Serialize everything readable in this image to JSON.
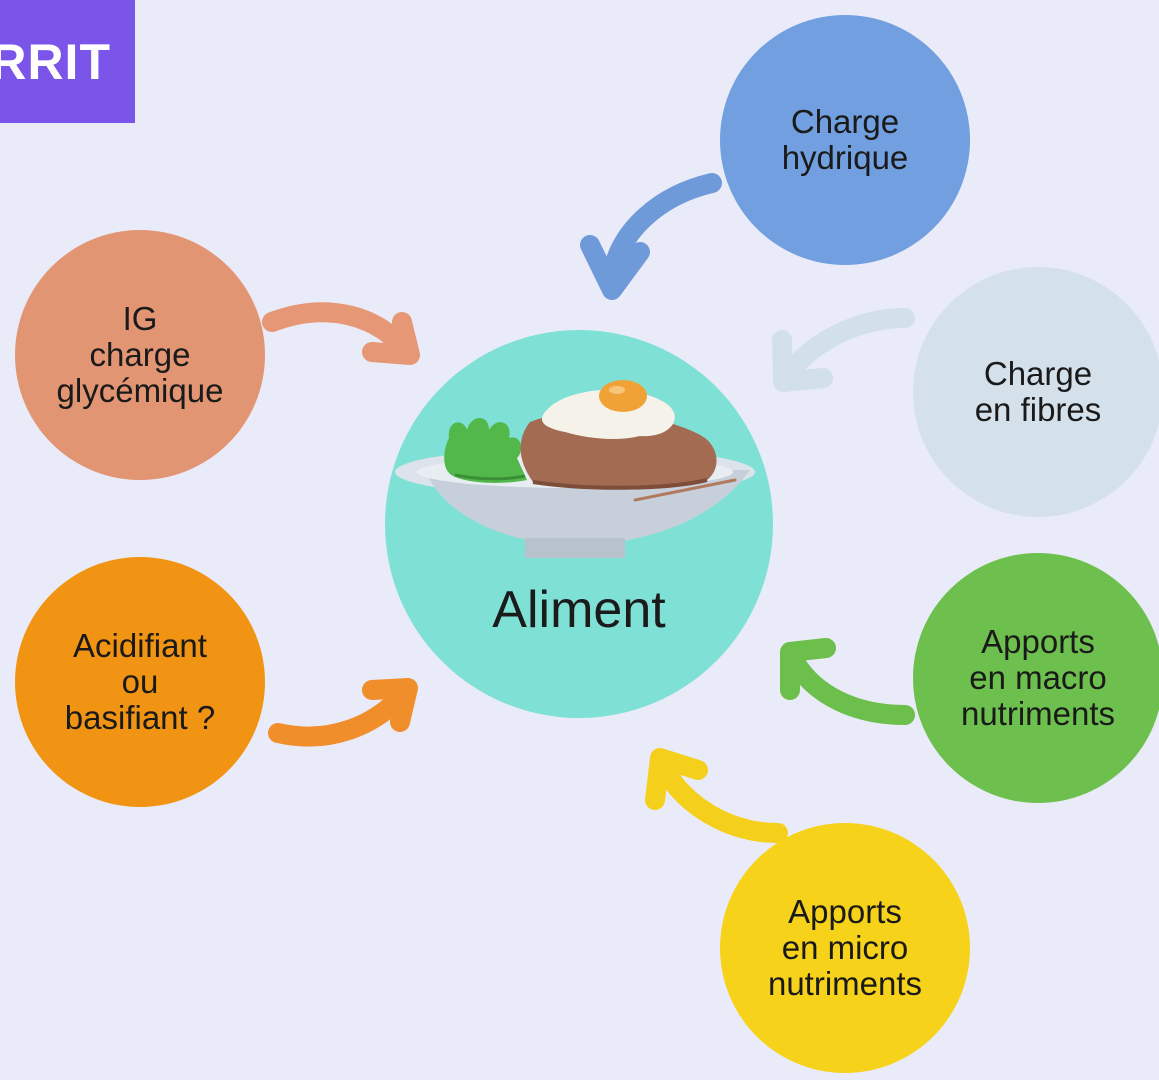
{
  "brand": {
    "text": "RRIT",
    "color": "#7b55ea"
  },
  "center": {
    "label": "Aliment",
    "color": "#7fe0d6"
  },
  "nodes": [
    {
      "id": "charge-hydrique",
      "label": "Charge\nhydrique",
      "color": "#729fe0",
      "arrow_color": "#6f9ad9"
    },
    {
      "id": "charge-fibres",
      "label": "Charge\nen fibres",
      "color": "#d4e1eb",
      "arrow_color": "#d2e0ea"
    },
    {
      "id": "apports-macro",
      "label": "Apports\nen macro\nnutriments",
      "color": "#6dc04d",
      "arrow_color": "#6bbf4a"
    },
    {
      "id": "apports-micro",
      "label": "Apports\nen micro\nnutriments",
      "color": "#f6d21a",
      "arrow_color": "#f4d01d"
    },
    {
      "id": "acidifiant",
      "label": "Acidifiant\nou\nbasifiant ?",
      "color": "#f19413",
      "arrow_color": "#f08e2c"
    },
    {
      "id": "ig-charge",
      "label": "IG\ncharge\nglycémique",
      "color": "#e29572",
      "arrow_color": "#e69776"
    }
  ]
}
